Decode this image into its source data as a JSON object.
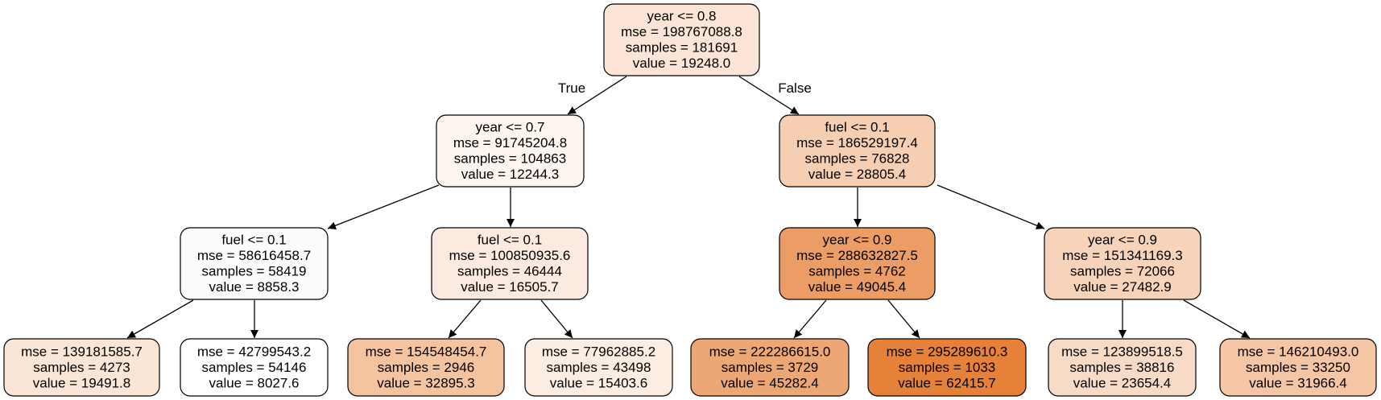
{
  "nodes": [
    {
      "id": "n0",
      "lines": [
        "year <= 0.8",
        "mse = 198767088.8",
        "samples = 181691",
        "value = 19248.0"
      ],
      "fill": "#fce5d6"
    },
    {
      "id": "n1",
      "lines": [
        "year <= 0.7",
        "mse = 91745204.8",
        "samples = 104863",
        "value = 12244.3"
      ],
      "fill": "#fdf5f0"
    },
    {
      "id": "n2",
      "lines": [
        "fuel <= 0.1",
        "mse = 186529197.4",
        "samples = 76828",
        "value = 28805.4"
      ],
      "fill": "#f6ceb2"
    },
    {
      "id": "n3",
      "lines": [
        "fuel <= 0.1",
        "mse = 58616458.7",
        "samples = 58419",
        "value = 8858.3"
      ],
      "fill": "#fefcfa"
    },
    {
      "id": "n4",
      "lines": [
        "fuel <= 0.1",
        "mse = 100850935.6",
        "samples = 46444",
        "value = 16505.7"
      ],
      "fill": "#fceae0"
    },
    {
      "id": "n5",
      "lines": [
        "year <= 0.9",
        "mse = 288632827.5",
        "samples = 4762",
        "value = 49045.4"
      ],
      "fill": "#eb9d65"
    },
    {
      "id": "n6",
      "lines": [
        "year <= 0.9",
        "mse = 151341169.3",
        "samples = 72066",
        "value = 27482.9"
      ],
      "fill": "#f7d3b9"
    },
    {
      "id": "n7",
      "lines": [
        "mse = 139181585.7",
        "samples = 4273",
        "value = 19491.8"
      ],
      "fill": "#fbe5d6"
    },
    {
      "id": "n8",
      "lines": [
        "mse = 42799543.2",
        "samples = 54146",
        "value = 8027.6"
      ],
      "fill": "#ffffff"
    },
    {
      "id": "n9",
      "lines": [
        "mse = 154548454.7",
        "samples = 2946",
        "value = 32895.3"
      ],
      "fill": "#f4c4a1"
    },
    {
      "id": "n10",
      "lines": [
        "mse = 77962885.2",
        "samples = 43498",
        "value = 15403.6"
      ],
      "fill": "#fcede3"
    },
    {
      "id": "n11",
      "lines": [
        "mse = 222286615.0",
        "samples = 3729",
        "value = 45282.4"
      ],
      "fill": "#eda774"
    },
    {
      "id": "n12",
      "lines": [
        "mse = 295289610.3",
        "samples = 1033",
        "value = 62415.7"
      ],
      "fill": "#e58139"
    },
    {
      "id": "n13",
      "lines": [
        "mse = 123899518.5",
        "samples = 38816",
        "value = 23654.4"
      ],
      "fill": "#f8dbc7"
    },
    {
      "id": "n14",
      "lines": [
        "mse = 146210493.0",
        "samples = 33250",
        "value = 31966.4"
      ],
      "fill": "#f4c6a5"
    }
  ],
  "edges": [
    {
      "from": "n0",
      "to": "n1",
      "label": "True"
    },
    {
      "from": "n0",
      "to": "n2",
      "label": "False"
    },
    {
      "from": "n1",
      "to": "n3",
      "label": ""
    },
    {
      "from": "n1",
      "to": "n4",
      "label": ""
    },
    {
      "from": "n2",
      "to": "n5",
      "label": ""
    },
    {
      "from": "n2",
      "to": "n6",
      "label": ""
    },
    {
      "from": "n3",
      "to": "n7",
      "label": ""
    },
    {
      "from": "n3",
      "to": "n8",
      "label": ""
    },
    {
      "from": "n4",
      "to": "n9",
      "label": ""
    },
    {
      "from": "n4",
      "to": "n10",
      "label": ""
    },
    {
      "from": "n5",
      "to": "n11",
      "label": ""
    },
    {
      "from": "n5",
      "to": "n12",
      "label": ""
    },
    {
      "from": "n6",
      "to": "n13",
      "label": ""
    },
    {
      "from": "n6",
      "to": "n14",
      "label": ""
    }
  ]
}
